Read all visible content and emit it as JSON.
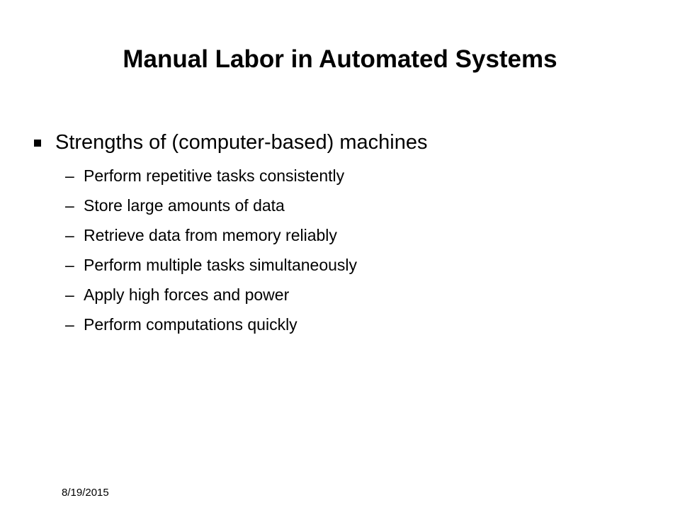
{
  "slide": {
    "title": "Manual Labor in Automated Systems",
    "bullet": {
      "text": "Strengths of (computer-based) machines",
      "sub_items": [
        {
          "dash": "–",
          "text": "Perform repetitive tasks consistently"
        },
        {
          "dash": "–",
          "text": "Store large amounts of data"
        },
        {
          "dash": "–",
          "text": "Retrieve data from memory reliably"
        },
        {
          "dash": "–",
          "text": "Perform multiple tasks simultaneously"
        },
        {
          "dash": "–",
          "text": "Apply high forces and power"
        },
        {
          "dash": "–",
          "text": "Perform computations quickly"
        }
      ]
    },
    "footer": {
      "date": "8/19/2015"
    }
  }
}
